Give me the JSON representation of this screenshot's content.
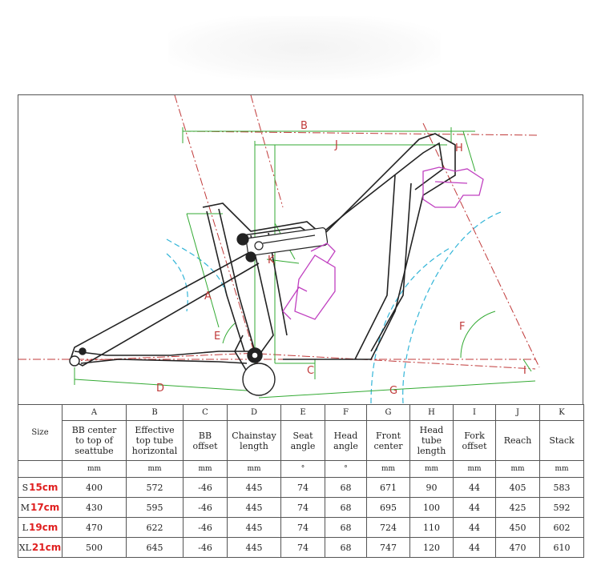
{
  "dimension_labels": [
    "A",
    "B",
    "C",
    "D",
    "E",
    "F",
    "G",
    "H",
    "I",
    "J",
    "K"
  ],
  "table": {
    "size_header": "Size",
    "columns": [
      {
        "letter": "A",
        "name": [
          "BB center",
          "to top of",
          "seattube"
        ],
        "unit": "mm"
      },
      {
        "letter": "B",
        "name": [
          "Effective",
          "top tube",
          "horizontal"
        ],
        "unit": "mm"
      },
      {
        "letter": "C",
        "name": [
          "BB",
          "offset"
        ],
        "unit": "mm"
      },
      {
        "letter": "D",
        "name": [
          "Chainstay",
          "length"
        ],
        "unit": "mm"
      },
      {
        "letter": "E",
        "name": [
          "Seat",
          "angle"
        ],
        "unit": "°"
      },
      {
        "letter": "F",
        "name": [
          "Head",
          "angle"
        ],
        "unit": "°"
      },
      {
        "letter": "G",
        "name": [
          "Front",
          "center"
        ],
        "unit": "mm"
      },
      {
        "letter": "H",
        "name": [
          "Head",
          "tube",
          "length"
        ],
        "unit": "mm"
      },
      {
        "letter": "I",
        "name": [
          "Fork",
          "offset"
        ],
        "unit": "mm"
      },
      {
        "letter": "J",
        "name": [
          "Reach"
        ],
        "unit": "mm"
      },
      {
        "letter": "K",
        "name": [
          "Stack"
        ],
        "unit": "mm"
      }
    ],
    "rows": [
      {
        "size": "S",
        "cm": "15cm",
        "values": [
          "400",
          "572",
          "-46",
          "445",
          "74",
          "68",
          "671",
          "90",
          "44",
          "405",
          "583"
        ]
      },
      {
        "size": "M",
        "cm": "17cm",
        "values": [
          "430",
          "595",
          "-46",
          "445",
          "74",
          "68",
          "695",
          "100",
          "44",
          "425",
          "592"
        ]
      },
      {
        "size": "L",
        "cm": "19cm",
        "values": [
          "470",
          "622",
          "-46",
          "445",
          "74",
          "68",
          "724",
          "110",
          "44",
          "450",
          "602"
        ]
      },
      {
        "size": "XL",
        "cm": "21cm",
        "values": [
          "500",
          "645",
          "-46",
          "445",
          "74",
          "68",
          "747",
          "120",
          "44",
          "470",
          "610"
        ]
      }
    ]
  },
  "colors": {
    "frame": "#222222",
    "dimension_green": "#33aa33",
    "center_line_red": "#c03a3a",
    "arc_blue": "#33b5d8",
    "accessory_magenta": "#c040c0",
    "label_red": "#c03a3a",
    "size_cm_red": "#e02020"
  }
}
